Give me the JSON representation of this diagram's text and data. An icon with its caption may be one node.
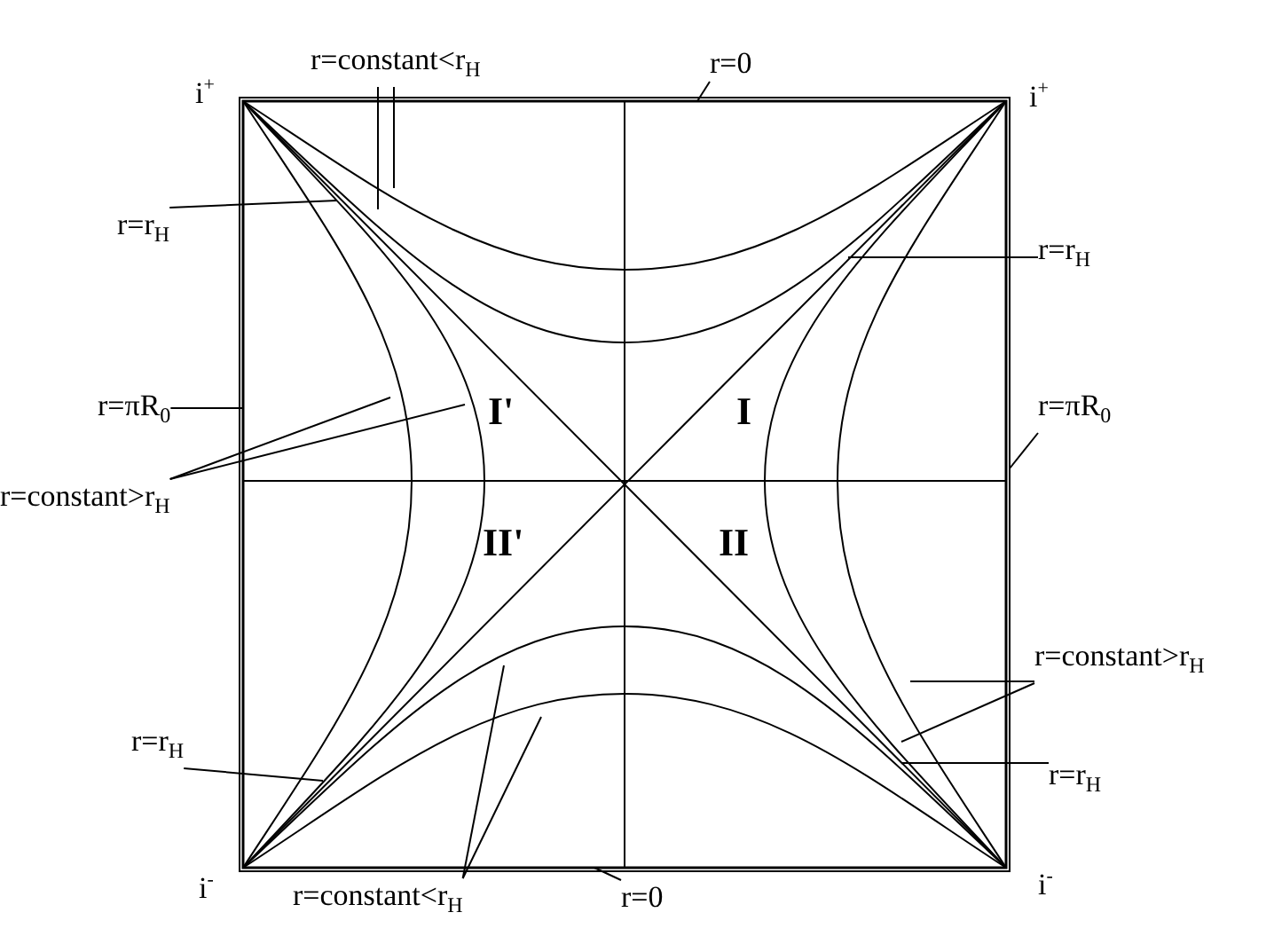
{
  "diagram": {
    "nodes": [
      {
        "text": [
          "r=constant<r$_{H}$"
        ]
      },
      {
        "text": [
          "r=0"
        ]
      },
      {
        "text": [
          "r=r$_{H}$"
        ]
      },
      {
        "text": [
          "r=r$_{H}$"
        ]
      },
      {
        "text": [
          "r=πR$_{0}$"
        ]
      },
      {
        "text": [
          "r=πR$_{0}$"
        ]
      },
      {
        "text": [
          "r=constant>r$_{H}$"
        ]
      },
      {
        "text": [
          "r=constant>r$_{H}$"
        ]
      },
      {
        "text": [
          "r=r$_{H}$"
        ]
      },
      {
        "text": [
          "r=r$_{H}$"
        ]
      },
      {
        "text": [
          "r=constant<r$_{H}$"
        ]
      },
      {
        "text": [
          "r=0"
        ]
      }
    ],
    "edges": [
      {
        "from": 0,
        "to": null,
        "arrow": "none"
      },
      {
        "from": 0,
        "to": null,
        "arrow": "none"
      },
      {
        "from": 1,
        "to": null,
        "arrow": "none"
      },
      {
        "from": 2,
        "to": null,
        "arrow": "none"
      },
      {
        "from": 3,
        "to": null,
        "arrow": "none"
      },
      {
        "from": 4,
        "to": null,
        "arrow": "none"
      },
      {
        "from": 5,
        "to": null,
        "arrow": "none"
      },
      {
        "from": 6,
        "to": null,
        "arrow": "none"
      },
      {
        "from": 6,
        "to": null,
        "arrow": "none"
      },
      {
        "from": 7,
        "to": null,
        "arrow": "none"
      },
      {
        "from": 7,
        "to": null,
        "arrow": "none"
      },
      {
        "from": 8,
        "to": null,
        "arrow": "none"
      },
      {
        "from": 9,
        "to": null,
        "arrow": "none"
      },
      {
        "from": 10,
        "to": null,
        "arrow": "none"
      },
      {
        "from": 10,
        "to": null,
        "arrow": "none"
      },
      {
        "from": 11,
        "to": null,
        "arrow": "none"
      }
    ],
    "labels": [
      "i$^{+}$",
      "i$^{+}$",
      "I'",
      "I",
      "II'",
      "II",
      "i$^{-}$",
      "i$^{-}$"
    ]
  }
}
